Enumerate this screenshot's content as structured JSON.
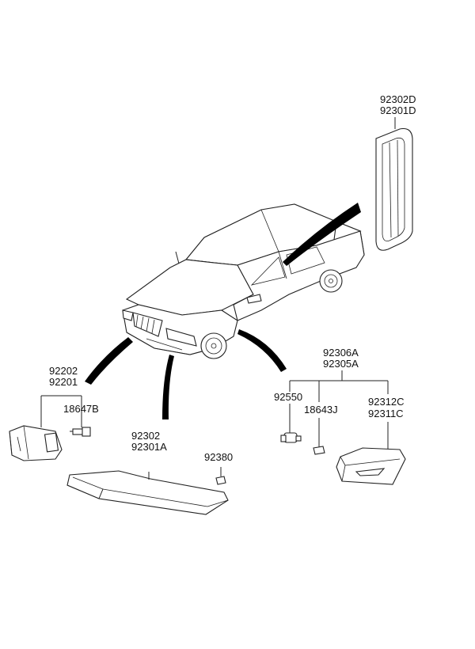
{
  "diagram": {
    "parts": [
      {
        "id": "side-repeater",
        "labels": [
          "92302D",
          "92301D"
        ]
      },
      {
        "id": "fog-lamp",
        "labels": [
          "92202",
          "92201"
        ]
      },
      {
        "id": "fog-bulb",
        "labels": [
          "18647B"
        ]
      },
      {
        "id": "front-marker-lamp",
        "labels": [
          "92302",
          "92301A"
        ]
      },
      {
        "id": "screw",
        "labels": [
          "92380"
        ]
      },
      {
        "id": "side-lamp-assembly",
        "labels": [
          "92306A",
          "92305A"
        ]
      },
      {
        "id": "socket",
        "labels": [
          "92550"
        ]
      },
      {
        "id": "wedge-bulb",
        "labels": [
          "18643J"
        ]
      },
      {
        "id": "side-lamp-lens",
        "labels": [
          "92312C",
          "92311C"
        ]
      }
    ]
  }
}
